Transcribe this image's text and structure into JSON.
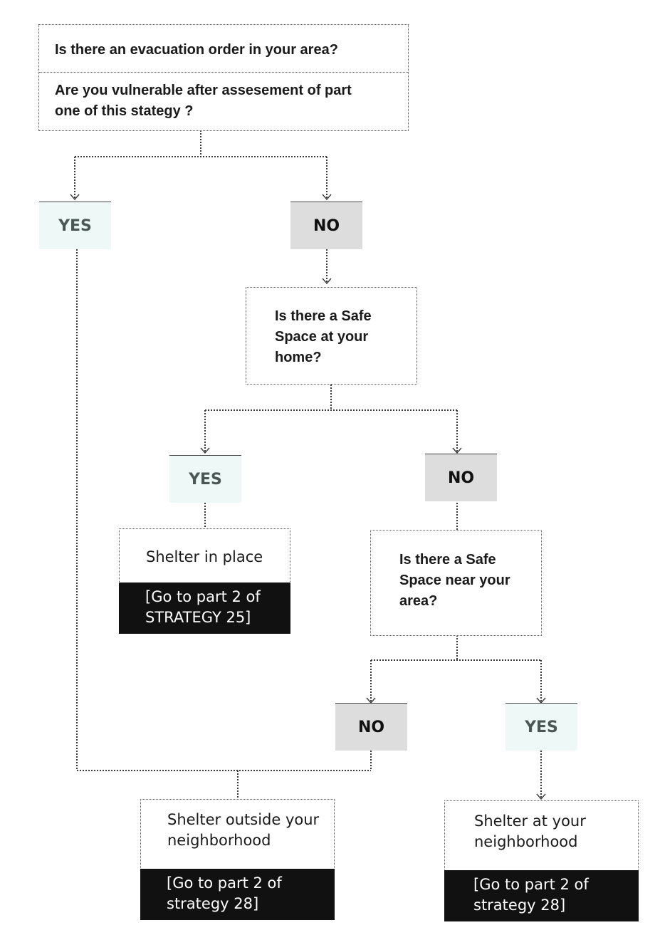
{
  "root": {
    "question_1": "Is there an evacuation order in your area?",
    "question_2_line1": "Are you vulnerable after assesement of part",
    "question_2_line2": "one of this stategy ?"
  },
  "branch_1": {
    "yes_label": "YES",
    "no_label": "NO"
  },
  "home_question": {
    "lines": [
      "Is there a Safe",
      "Space at your",
      "home?"
    ]
  },
  "branch_2": {
    "yes_label": "YES",
    "no_label": "NO"
  },
  "shelter_in_place": {
    "title": "Shelter in place",
    "note_lines": [
      "[Go to part 2 of",
      "STRATEGY 25]"
    ]
  },
  "area_question": {
    "lines": [
      "Is there a Safe",
      "Space near your",
      "area?"
    ]
  },
  "branch_3": {
    "no_label": "NO",
    "yes_label": "YES"
  },
  "shelter_outside": {
    "title_lines": [
      "Shelter outside your",
      "neighborhood"
    ],
    "note_lines": [
      "[Go to part 2 of",
      "strategy 28]"
    ]
  },
  "shelter_neighborhood": {
    "title_lines": [
      "Shelter at your",
      "neighborhood"
    ],
    "note_lines": [
      "[Go to part 2 of",
      "strategy 28]"
    ]
  },
  "colors": {
    "yes_bg": "#eef8f7",
    "no_bg": "#dddddd",
    "note_bg": "#111111"
  }
}
